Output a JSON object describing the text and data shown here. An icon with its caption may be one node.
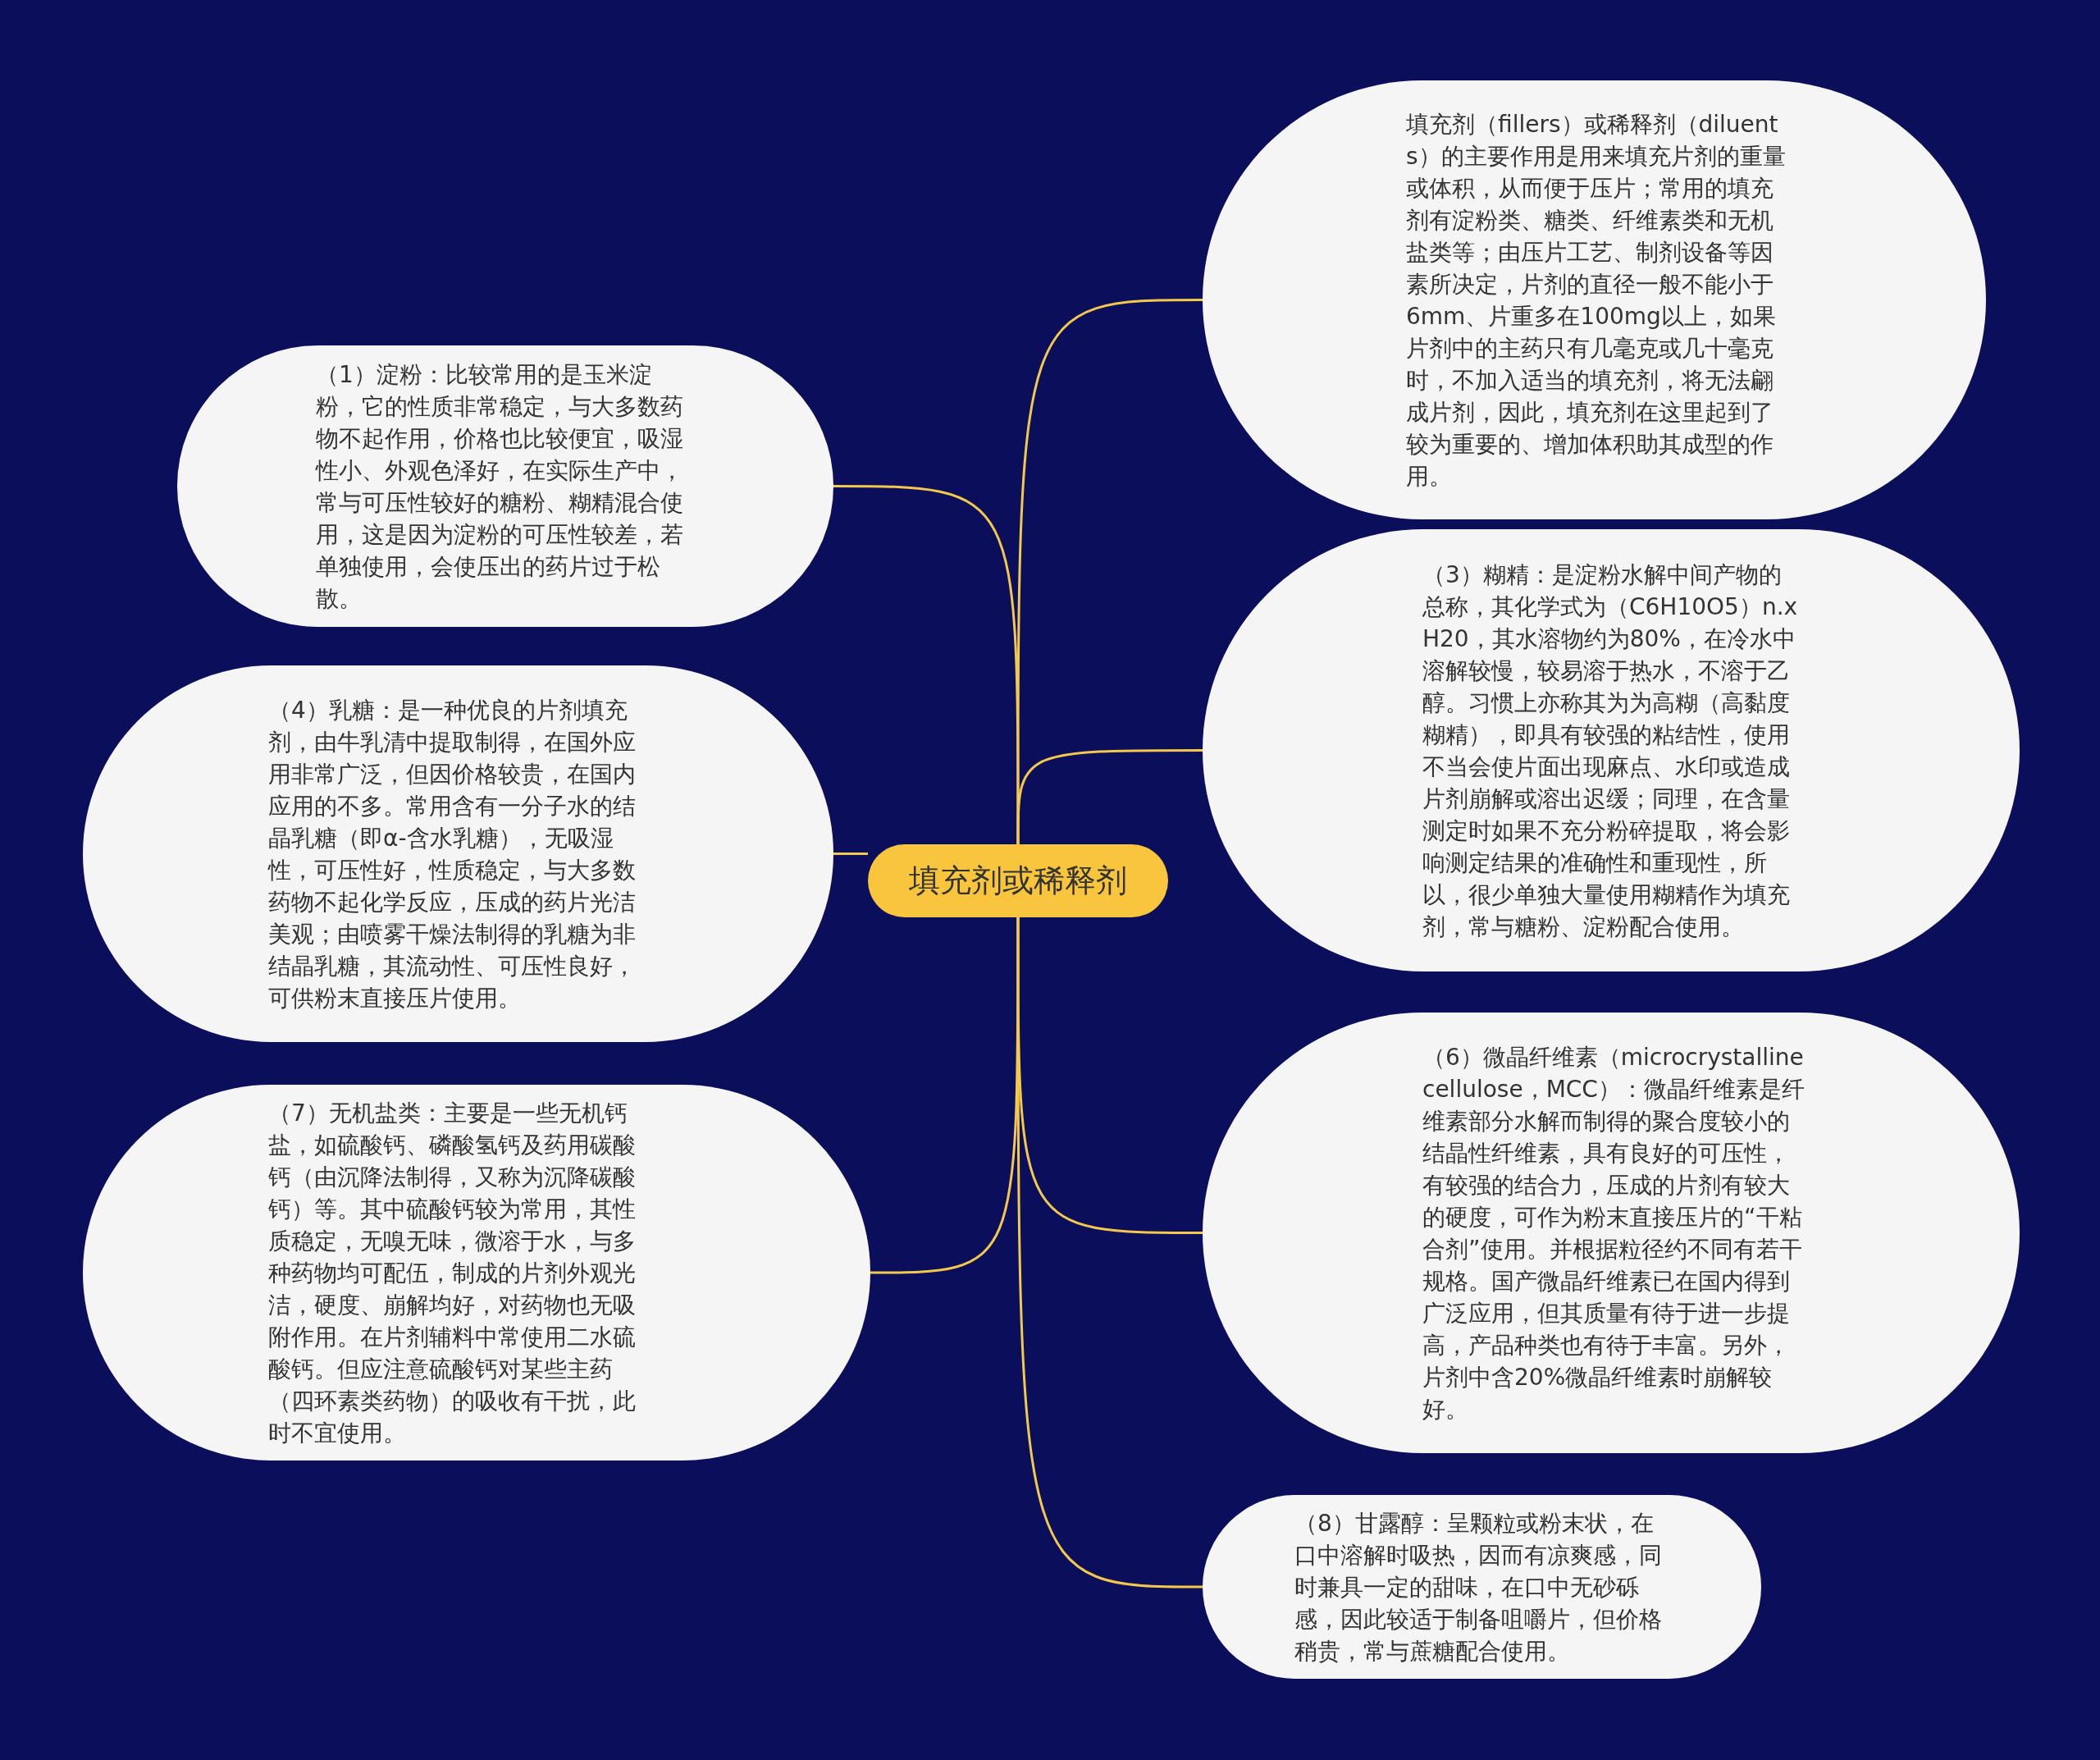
{
  "diagram": {
    "nodes": [
      {
        "text": [
          "填充剂或稀释剂"
        ]
      },
      {
        "text": [
          "填充剂（fillers）或稀释剂（diluents）的主要作用是用来填充片剂的重量或体积，从而便于压片；常用的填充剂有淀粉类、糖类、纤维素类和无机盐类等；由压片工艺、制剂设备等因素所决定，片剂的直径一般不能小于6mm、片重多在100mg以上，如果片剂中的主药只有几毫克或几十毫克时，不加入适当的填充剂，将无法翩成片剂，因此，填充剂在这里起到了较为重要的、增加体积助其成型的作用。"
        ]
      },
      {
        "text": [
          "（1）淀粉：比较常用的是玉米淀粉，它的性质非常稳定，与大多数药物不起作用，价格也比较便宜，吸湿性小、外观色泽好，在实际生产中，常与可压性较好的糖粉、糊精混合使用，这是因为淀粉的可压性较差，若单独使用，会使压出的药片过于松散。"
        ]
      },
      {
        "text": [
          "（3）糊精：是淀粉水解中间产物的总称，其化学式为（C6H10O5）n.xH20，其水溶物约为80%，在冷水中溶解较慢，较易溶于热水，不溶于乙醇。习惯上亦称其为为高糊（高黏度糊精），即具有较强的粘结性，使用不当会使片面出现麻点、水印或造成片剂崩解或溶出迟缓；同理，在含量测定时如果不充分粉碎提取，将会影响测定结果的准确性和重现性，所以，很少单独大量使用糊精作为填充剂，常与糖粉、淀粉配合使用。"
        ]
      },
      {
        "text": [
          "（4）乳糖：是一种优良的片剂填充剂，由牛乳清中提取制得，在国外应用非常广泛，但因价格较贵，在国内应用的不多。常用含有一分子水的结晶乳糖（即α-含水乳糖），无吸湿性，可压性好，性质稳定，与大多数药物不起化学反应，压成的药片光洁美观；由喷雾干燥法制得的乳糖为非结晶乳糖，其流动性、可压性良好，可供粉末直接压片使用。"
        ]
      },
      {
        "text": [
          "（6）微晶纤维素（microcrystallinecellulose，MCC）：微晶纤维素是纤维素部分水解而制得的聚合度较小的结晶性纤维素，具有良好的可压性，有较强的结合力，压成的片剂有较大的硬度，可作为粉末直接压片的“干粘合剂”使用。并根据粒径约不同有若干规格。国产微晶纤维素已在国内得到广泛应用，但其质量有待于进一步提高，产品种类也有待于丰富。另外，片剂中含20%微晶纤维素时崩解较好。"
        ]
      },
      {
        "text": [
          "（7）无机盐类：主要是一些无机钙盐，如硫酸钙、磷酸氢钙及药用碳酸钙（由沉降法制得，又称为沉降碳酸钙）等。其中硫酸钙较为常用，其性质稳定，无嗅无味，微溶于水，与多种药物均可配伍，制成的片剂外观光洁，硬度、崩解均好，对药物也无吸附作用。在片剂辅料中常使用二水硫酸钙。但应注意硫酸钙对某些主药（四环素类药物）的吸收有干扰，此时不宜使用。"
        ]
      },
      {
        "text": [
          "（8）甘露醇：呈颗粒或粉末状，在口中溶解时吸热，因而有凉爽感，同时兼具一定的甜味，在口中无砂砾感，因此较适于制备咀嚼片，但价格稍贵，常与蔗糖配合使用。"
        ]
      }
    ],
    "edges": [
      {
        "from": 0,
        "to": 1,
        "arrow": "none"
      },
      {
        "from": 0,
        "to": 2,
        "arrow": "none"
      },
      {
        "from": 0,
        "to": 3,
        "arrow": "none"
      },
      {
        "from": 0,
        "to": 4,
        "arrow": "none"
      },
      {
        "from": 0,
        "to": 5,
        "arrow": "none"
      },
      {
        "from": 0,
        "to": 6,
        "arrow": "none"
      },
      {
        "from": 0,
        "to": 7,
        "arrow": "none"
      }
    ]
  }
}
